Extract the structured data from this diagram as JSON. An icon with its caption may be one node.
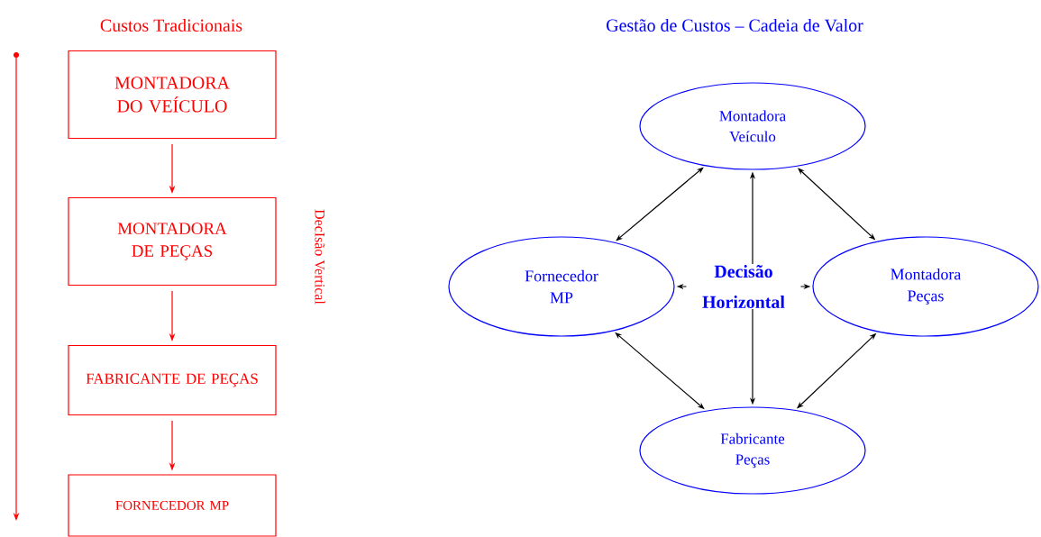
{
  "diagram": {
    "title": "Gestão de Custos – Cadeia de Valor",
    "nodes": [
      {
        "text": [
          "MONTADORA DO VEÍCULO"
        ]
      },
      {
        "text": [
          "MONTADORA DE PEÇAS"
        ]
      },
      {
        "text": [
          "FABRICANTE DE PEÇAS"
        ]
      },
      {
        "text": [
          "FORNECEDOR MP"
        ]
      },
      {
        "text": [
          "Montadora Veículo"
        ]
      },
      {
        "text": [
          "Fornecedor MP"
        ]
      },
      {
        "text": [
          "Montadora Peças"
        ]
      },
      {
        "text": [
          "Fabricante Peças"
        ]
      }
    ],
    "edges": [
      {
        "from": 0,
        "to": 1,
        "arrow": "to",
        "color": "#ff0000"
      },
      {
        "from": 1,
        "to": 2,
        "arrow": "to",
        "color": "#ff0000"
      },
      {
        "from": 2,
        "to": 3,
        "arrow": "to",
        "color": "#ff0000"
      },
      {
        "from": 4,
        "to": 5,
        "arrow": "both"
      },
      {
        "from": 4,
        "to": 6,
        "arrow": "both"
      },
      {
        "from": 5,
        "to": 6,
        "arrow": "both",
        "label": "Decisão Horizontal"
      },
      {
        "from": 4,
        "to": 7,
        "arrow": "both"
      },
      {
        "from": 5,
        "to": 7,
        "arrow": "both"
      },
      {
        "from": 6,
        "to": 7,
        "arrow": "both"
      }
    ],
    "labels": [
      "Custos Tradicionais",
      "DecIsão Vertical"
    ]
  }
}
